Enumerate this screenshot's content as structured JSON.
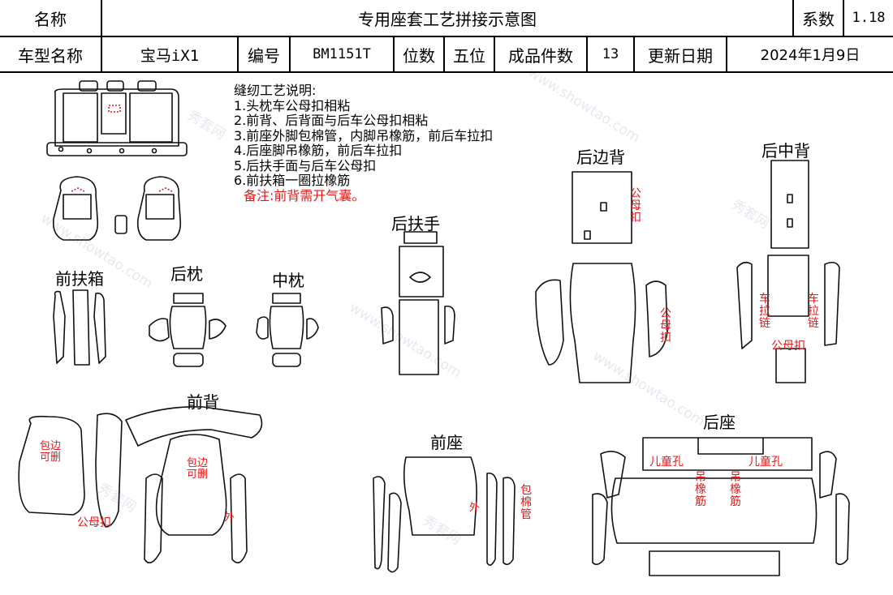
{
  "header": {
    "name_label": "名称",
    "title": "专用座套工艺拼接示意图",
    "coef_label": "系数",
    "coef_value": "1.18",
    "model_label": "车型名称",
    "model_value": "宝马iX1",
    "code_label": "编号",
    "code_value": "BM1151T",
    "seat_label": "位数",
    "seat_value": "五位",
    "pieces_label": "成品件数",
    "pieces_value": "13",
    "date_label": "更新日期",
    "date_value": "2024年1月9日"
  },
  "notes": {
    "heading": "缝纫工艺说明:",
    "items": [
      "1.头枕车公母扣相粘",
      "2.前背、后背面与后车公母扣相粘",
      "3.前座外脚包棉管，内脚吊橡筋，前后车拉扣",
      "4.后座脚吊橡筋，前后车拉扣",
      "5.后扶手面与后车公母扣",
      "6.前扶箱一圈拉橡筋"
    ],
    "remark": "备注:前背需开气囊。"
  },
  "sections": {
    "rear_back": "后边背",
    "rear_middle_back": "后中背",
    "rear_armrest": "后扶手",
    "front_armbox": "前扶箱",
    "rear_pillow": "后枕",
    "mid_pillow": "中枕",
    "front_back": "前背",
    "front_seat": "前座",
    "rear_seat": "后座"
  },
  "annotations": {
    "snap": "公母扣",
    "zipper": "车拉链",
    "edge_cut": "包边可删",
    "outer": "外",
    "cotton_tube": "包棉管",
    "child_hole": "儿童孔",
    "elastic": "吊橡筋"
  },
  "watermark": {
    "brand": "秀套网",
    "url": "www.showtao.com"
  }
}
